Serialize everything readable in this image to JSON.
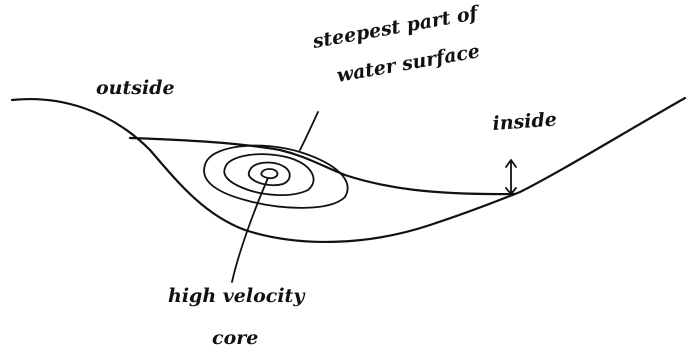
{
  "labels": {
    "outside": "outside",
    "steepest_line1": "steepest part of",
    "steepest_line2": "water surface",
    "inside": "inside",
    "high_velocity_line1": "high velocity",
    "high_velocity_line2": "core"
  }
}
